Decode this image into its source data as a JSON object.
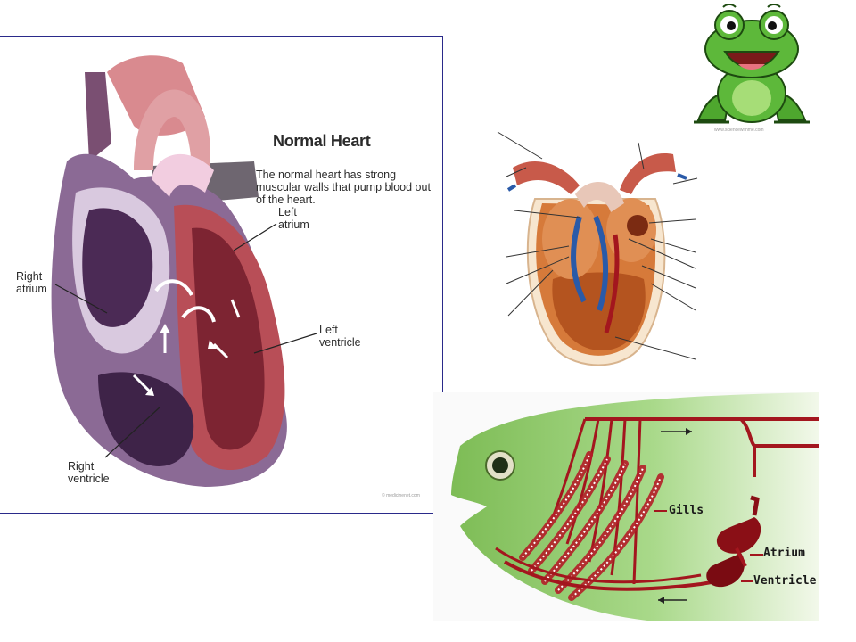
{
  "normal_heart": {
    "title": "Normal Heart",
    "description": "The normal heart has strong muscular walls that pump blood out of the heart.",
    "labels": {
      "left_atrium": "Left\natrium",
      "right_atrium": "Right\natrium",
      "left_ventricle": "Left\nventricle",
      "right_ventricle": "Right\nventricle"
    },
    "credit": "© medicinenet.com"
  },
  "frog": {
    "credit": "www.sciencewithme.com"
  },
  "fish_heart": {
    "labels": {
      "gills": "Gills",
      "atrium": "Atrium",
      "ventricle": "Ventricle"
    }
  },
  "colors": {
    "frame_border": "#2a2a8a",
    "fish_green": "#8fc66b",
    "vessel_red": "#a3161e",
    "frog_green": "#5db83a"
  }
}
